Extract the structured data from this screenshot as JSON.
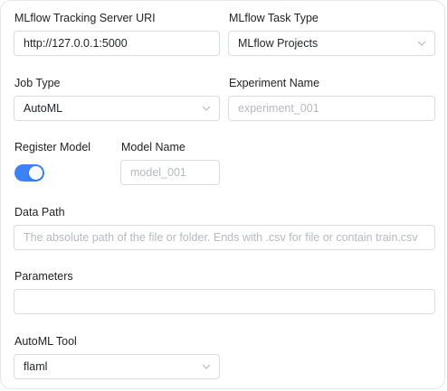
{
  "colors": {
    "accent": "#3b82f6",
    "border": "#d9dce1",
    "placeholder": "#b5b9bf"
  },
  "form": {
    "mlflow_uri": {
      "label": "MLflow Tracking Server URI",
      "value": "http://127.0.0.1:5000"
    },
    "task_type": {
      "label": "MLflow Task Type",
      "selected": "MLflow Projects"
    },
    "job_type": {
      "label": "Job Type",
      "selected": "AutoML"
    },
    "experiment_name": {
      "label": "Experiment Name",
      "placeholder": "experiment_001"
    },
    "register_model": {
      "label": "Register Model",
      "checked": true
    },
    "model_name": {
      "label": "Model Name",
      "placeholder": "model_001"
    },
    "data_path": {
      "label": "Data Path",
      "placeholder": "The absolute path of the file or folder. Ends with .csv for file or contain train.csv"
    },
    "parameters": {
      "label": "Parameters",
      "value": ""
    },
    "automl_tool": {
      "label": "AutoML Tool",
      "selected": "flaml"
    }
  },
  "icons": {
    "dropdown": "chevron-down-icon"
  }
}
